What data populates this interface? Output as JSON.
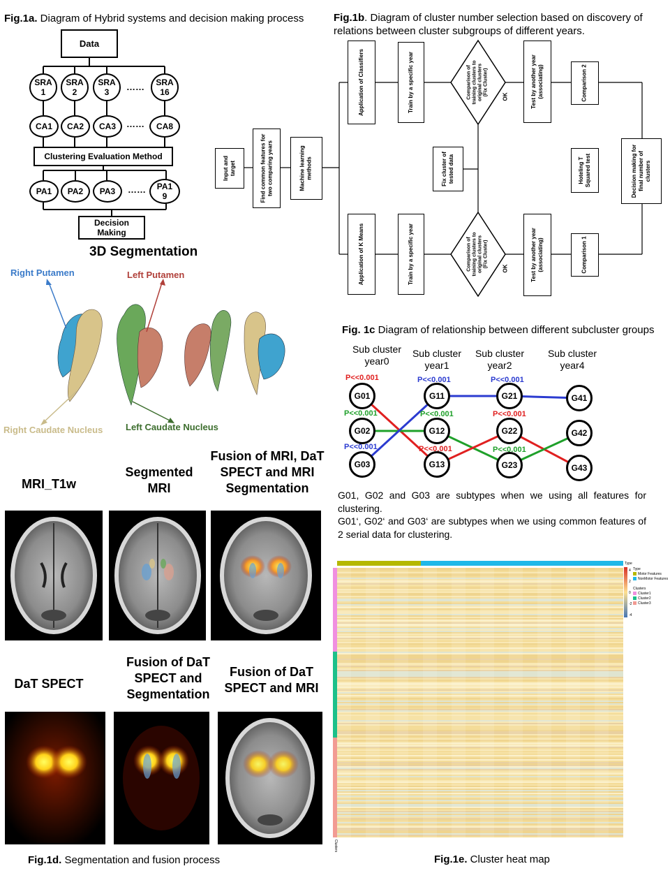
{
  "fig1a": {
    "caption_bold": "Fig.1a.",
    "caption_text": " Diagram of Hybrid systems and decision making process",
    "data_label": "Data",
    "sra": [
      "SRA\n1",
      "SRA\n2",
      "SRA\n3",
      "SRA\n16"
    ],
    "ca": [
      "CA1",
      "CA2",
      "CA3",
      "CA8"
    ],
    "pa": [
      "PA1",
      "PA2",
      "PA3",
      "PA1\n9"
    ],
    "dots": "……",
    "clustering_eval": "Clustering Evaluation Method",
    "decision": "Decision\nMaking"
  },
  "fig1b": {
    "caption_bold": "Fig.1b",
    "caption_text": ". Diagram of cluster number selection based on discovery of relations between cluster subgroups of different years.",
    "input": "Input and\ntarget",
    "common": "Find common features for\ntwo comparing years",
    "ml": "Machine learning\nmethods",
    "classifiers": "Application of Classifiers",
    "kmeans": "Application of K Means",
    "train1": "Train by a specific year",
    "train2": "Train by a specific year",
    "compare1": "Comparison of\ntraining clusters to\noriginal clusters\n(Fix Cluster)",
    "compare2": "Comparison of\ntraining clusters to\noriginal clusters\n(Fix Cluster)",
    "ok1": "OK",
    "ok2": "OK",
    "fix": "Fix cluster of\ntested data",
    "test1": "Test by another year\n(associating)",
    "test2": "Test by another year\n(associating)",
    "comp2": "Comparison 2",
    "comp1": "Comparison 1",
    "hoteling": "Hoteling T\nSquared test",
    "decision": "Decision making for\nfinal number of\nclusters"
  },
  "seg3d": {
    "title": "3D Segmentation",
    "right_putamen": "Right Putamen",
    "left_putamen": "Left Putamen",
    "right_caudate": "Right Caudate Nucleus",
    "left_caudate": "Left Caudate Nucleus"
  },
  "fig1c": {
    "caption_bold": "Fig. 1c",
    "caption_text": " Diagram of relationship between different subcluster groups",
    "headers": [
      "Sub cluster\nyear0",
      "Sub cluster\nyear1",
      "Sub cluster\nyear2",
      "Sub cluster\nyear4"
    ],
    "nodes": [
      "G01",
      "G02",
      "G03",
      "G11",
      "G12",
      "G13",
      "G21",
      "G22",
      "G23",
      "G41",
      "G42",
      "G43"
    ],
    "pvalues": [
      "P<<0.001",
      "P<<0.001",
      "P<<0.001",
      "P<<0.001",
      "P<<0.001",
      "P<<0.001",
      "P<<0.001",
      "P<<0.001",
      "P<<0.001"
    ],
    "colors": {
      "red": "#e02020",
      "green": "#1fa02a",
      "blue": "#2b3bd0"
    },
    "note": "G01, G02 and G03 are subtypes when we using all features for clustering.\nG01‘, G02‘ and G03‘ are subtypes when we using common features of 2 serial data for clustering."
  },
  "fig1d": {
    "caption_bold": "Fig.1d.",
    "caption_text": " Segmentation and fusion process",
    "labels": [
      "MRI_T1w",
      "Segmented\nMRI",
      "Fusion of MRI, DaT\nSPECT and MRI\nSegmentation",
      "DaT SPECT",
      "Fusion of DaT\nSPECT and\nSegmentation",
      "Fusion of DaT\nSPECT and MRI"
    ]
  },
  "fig1e": {
    "caption_bold": "Fig.1e.",
    "caption_text": " Cluster heat map",
    "legend_type_title": "Type",
    "legend_types": [
      "Motor Features",
      "NonMotor Features"
    ],
    "legend_clusters_title": "Clusters",
    "legend_clusters": [
      "Cluster1",
      "Cluster2",
      "Cluster3"
    ],
    "scale_ticks": [
      "4",
      "2",
      "0",
      "-2",
      "-4"
    ],
    "side_label": "Clusters",
    "colors": {
      "motor": "#b5b800",
      "nonmotor": "#1fb8e8",
      "c1": "#f08fe0",
      "c2": "#1cc08a",
      "c3": "#f29b93"
    }
  }
}
